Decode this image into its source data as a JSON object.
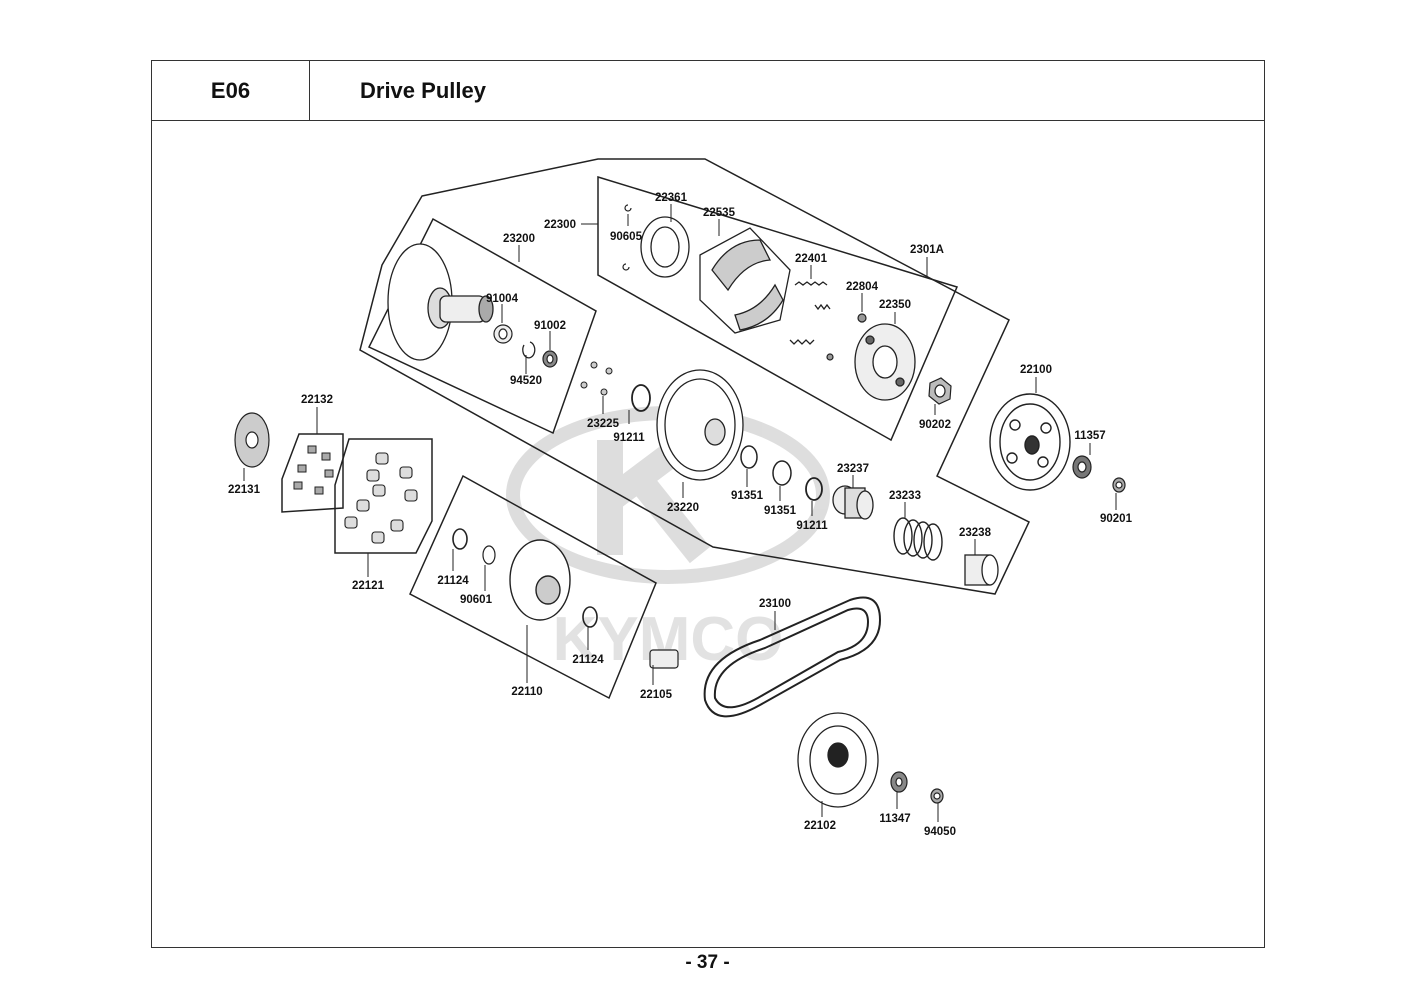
{
  "header": {
    "code": "E06",
    "title": "Drive Pulley"
  },
  "watermark": {
    "brand": "KYMCO"
  },
  "parts": {
    "p23200": "23200",
    "p22300": "22300",
    "p22361": "22361",
    "p22535": "22535",
    "p90605": "90605",
    "p22401": "22401",
    "p2301A": "2301A",
    "p22804": "22804",
    "p22350": "22350",
    "p91004": "91004",
    "p91002": "91002",
    "p94520": "94520",
    "p90202": "90202",
    "p22100": "22100",
    "p11357": "11357",
    "p90201": "90201",
    "p22132": "22132",
    "p22131": "22131",
    "p22121": "22121",
    "p23225": "23225",
    "p91211a": "91211",
    "p22220": "23220",
    "p91351a": "91351",
    "p91351b": "91351",
    "p91211b": "91211",
    "p23237": "23237",
    "p23233": "23233",
    "p23238": "23238",
    "p21124a": "21124",
    "p90601": "90601",
    "p21124b": "21124",
    "p22110": "22110",
    "p22105": "22105",
    "p23100": "23100",
    "p22102": "22102",
    "p11347": "11347",
    "p94050": "94050"
  },
  "footer": {
    "page": "- 37 -"
  }
}
